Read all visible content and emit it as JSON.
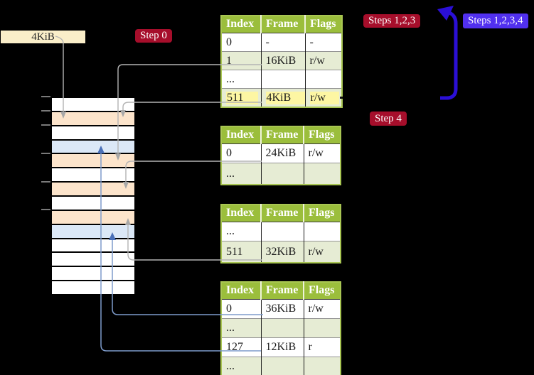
{
  "labels": {
    "frame_box": "4KiB",
    "step0": "Step 0",
    "steps_123": "Steps 1,2,3",
    "steps_1234": "Steps 1,2,3,4",
    "step4": "Step 4"
  },
  "colors": {
    "background": "#000000",
    "badge_red": "#a60e2b",
    "badge_blue_violet": "#5130ef",
    "big_arrow_blue": "#2b0fd6",
    "connector_gray": "#b4b4b4",
    "connector_light_blue": "#7e9ccc",
    "connector_blue_arrowhead": "#4a70b8",
    "table_header_green": "#9bbe3c",
    "table_border_green": "#a9c653",
    "table_row_light_green": "#e6ecd4",
    "highlight_yellow": "#fdf6a3",
    "memory_peach": "#fce4cb",
    "memory_blue": "#dbe8f7",
    "frame_label_cream": "#faeec9"
  },
  "page_tables": [
    {
      "name": "level-1-table",
      "headers": [
        "Index",
        "Frame",
        "Flags"
      ],
      "rows": [
        {
          "cells": [
            "0",
            "-",
            "-"
          ],
          "shaded": false,
          "highlighted": false
        },
        {
          "cells": [
            "1",
            "16KiB",
            "r/w"
          ],
          "shaded": true,
          "highlighted": false
        },
        {
          "cells": [
            "...",
            "",
            ""
          ],
          "shaded": false,
          "highlighted": false
        },
        {
          "cells": [
            "511",
            "4KiB",
            "r/w"
          ],
          "shaded": true,
          "highlighted": true
        }
      ]
    },
    {
      "name": "level-2-table",
      "headers": [
        "Index",
        "Frame",
        "Flags"
      ],
      "rows": [
        {
          "cells": [
            "0",
            "24KiB",
            "r/w"
          ],
          "shaded": false,
          "highlighted": false
        },
        {
          "cells": [
            "...",
            "",
            ""
          ],
          "shaded": true,
          "highlighted": false
        }
      ]
    },
    {
      "name": "level-3-table",
      "headers": [
        "Index",
        "Frame",
        "Flags"
      ],
      "rows": [
        {
          "cells": [
            "...",
            "",
            ""
          ],
          "shaded": false,
          "highlighted": false
        },
        {
          "cells": [
            "511",
            "32KiB",
            "r/w"
          ],
          "shaded": true,
          "highlighted": false
        }
      ]
    },
    {
      "name": "level-4-table",
      "headers": [
        "Index",
        "Frame",
        "Flags"
      ],
      "rows": [
        {
          "cells": [
            "0",
            "36KiB",
            "r/w"
          ],
          "shaded": false,
          "highlighted": false
        },
        {
          "cells": [
            "...",
            "",
            ""
          ],
          "shaded": true,
          "highlighted": false
        },
        {
          "cells": [
            "127",
            "12KiB",
            "r"
          ],
          "shaded": false,
          "highlighted": false
        },
        {
          "cells": [
            "...",
            "",
            ""
          ],
          "shaded": true,
          "highlighted": false
        }
      ]
    }
  ],
  "memory_column": {
    "rows": [
      {
        "fill": "white"
      },
      {
        "fill": "peach"
      },
      {
        "fill": "white"
      },
      {
        "fill": "blue"
      },
      {
        "fill": "peach"
      },
      {
        "fill": "white"
      },
      {
        "fill": "peach"
      },
      {
        "fill": "white"
      },
      {
        "fill": "peach"
      },
      {
        "fill": "blue"
      },
      {
        "fill": "white"
      },
      {
        "fill": "white"
      },
      {
        "fill": "white"
      },
      {
        "fill": "white"
      }
    ]
  }
}
